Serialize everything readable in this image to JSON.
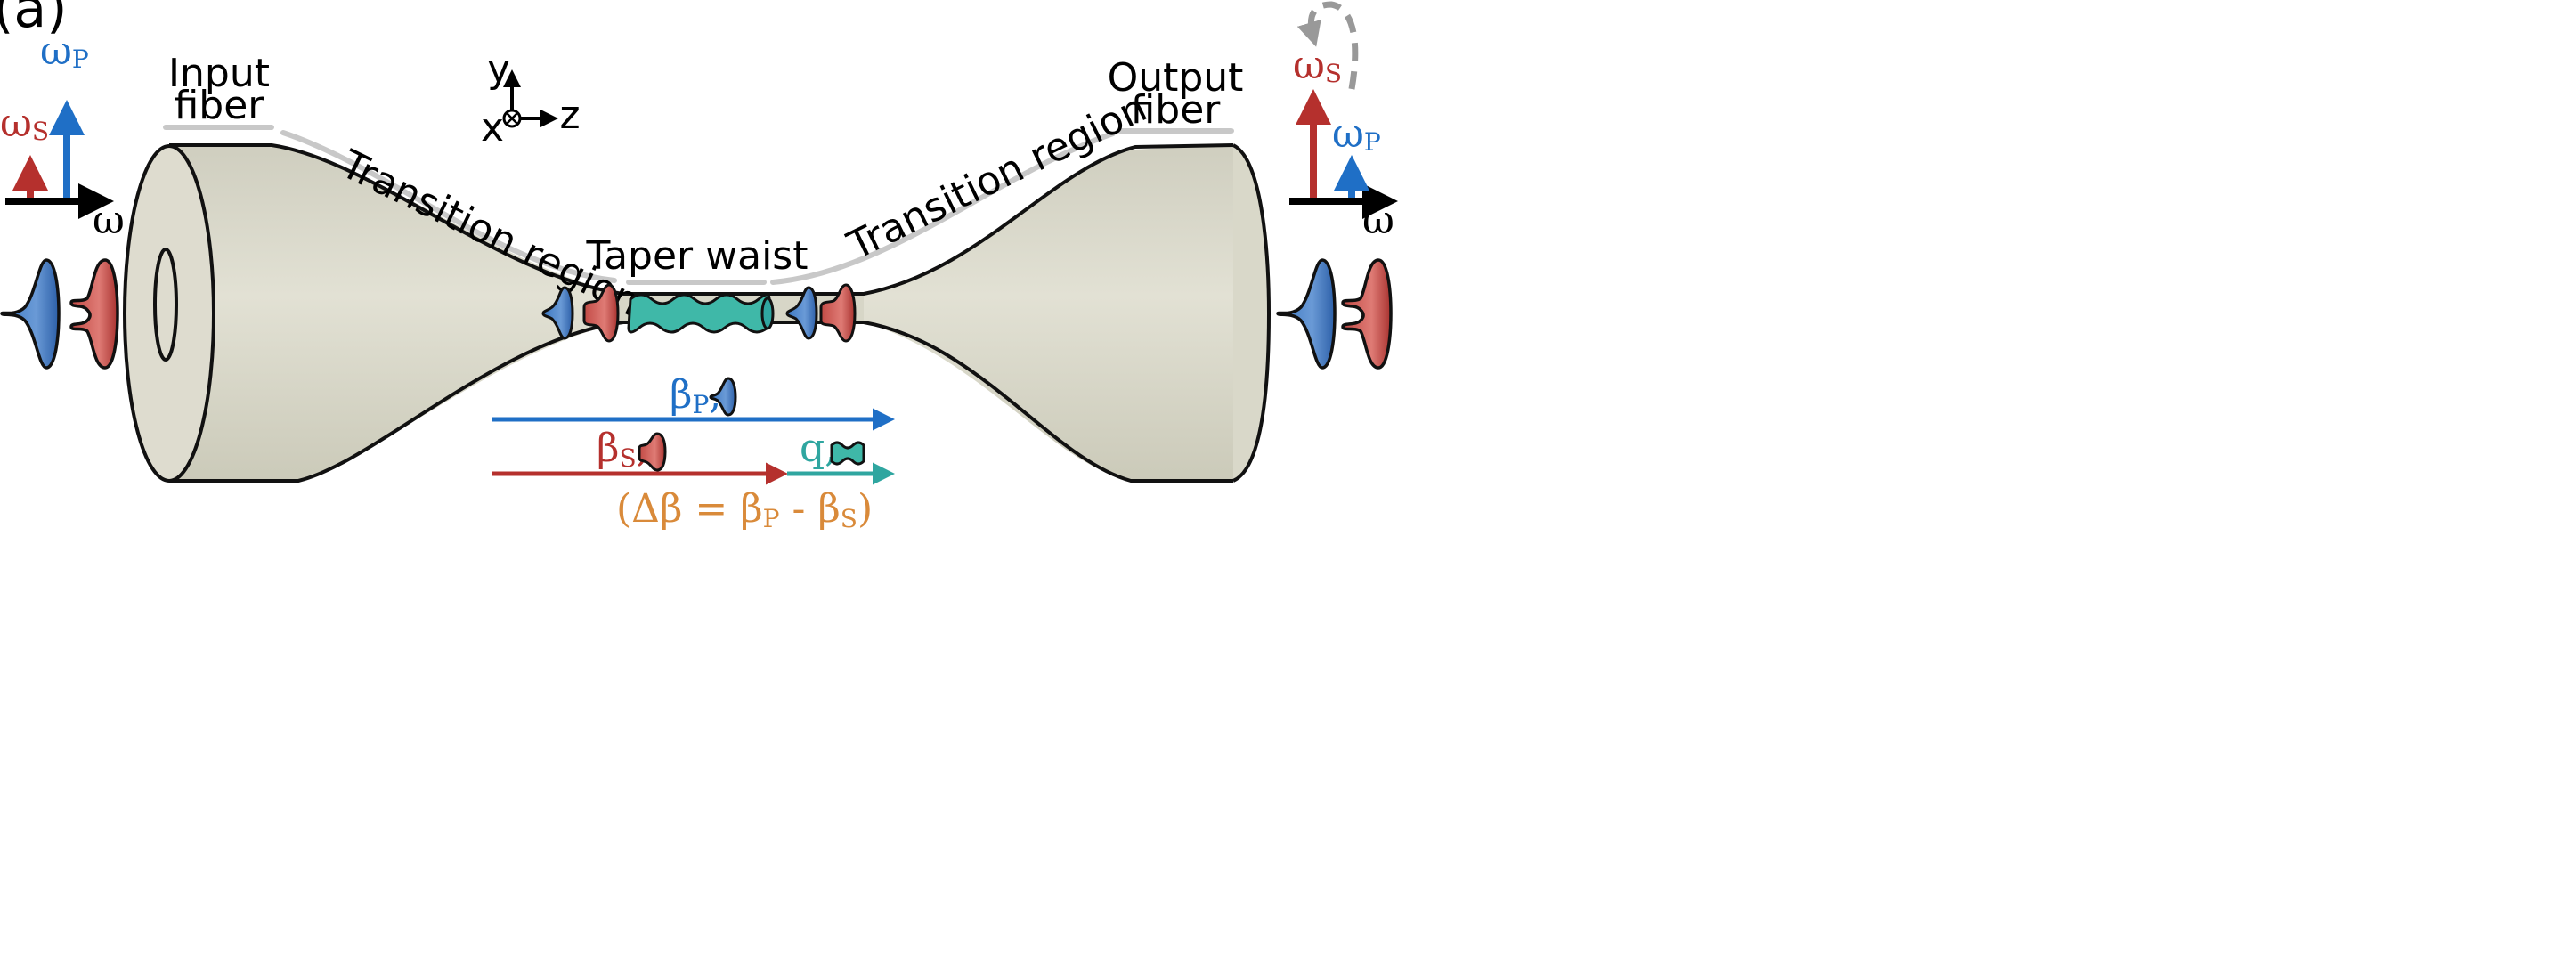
{
  "panel_label": "(a)",
  "labels": {
    "input_fiber": [
      "Input",
      "fiber"
    ],
    "output_fiber": [
      "Output",
      "fiber"
    ],
    "transition_left": "Transition region",
    "transition_right": "Transition region",
    "taper_waist": "Taper waist"
  },
  "axes": {
    "y": "y",
    "x": "x",
    "z": "z"
  },
  "input_spectrum": {
    "omega_p": "ω",
    "sub_p": "P",
    "omega_s": "ω",
    "sub_s": "S",
    "axis": "ω"
  },
  "output_spectrum": {
    "omega_s": "ω",
    "sub_s": "S",
    "omega_p": "ω",
    "sub_p": "P",
    "axis": "ω"
  },
  "momentum": {
    "beta_p": "β",
    "beta_p_sub": "P",
    "beta_p_comma": ",",
    "beta_s": "β",
    "beta_s_sub": "S",
    "beta_s_comma": ",",
    "q": "q,",
    "relation": "(Δβ = β",
    "relation_sub_p": "P",
    "relation_mid": " - β",
    "relation_sub_s": "S",
    "relation_end": ")"
  },
  "colors": {
    "pump": "#1f6fc6",
    "pump_fill": "#4a86cf",
    "stokes": "#b5302d",
    "stokes_fill": "#cf5a55",
    "acoustic": "#2fa6a0",
    "acoustic_fill": "#3fb8a8",
    "fiber": "#d9d8c9",
    "fiber_dark": "#c4c3b3",
    "relation": "#d98a3a",
    "guide": "#c8c8c8"
  }
}
